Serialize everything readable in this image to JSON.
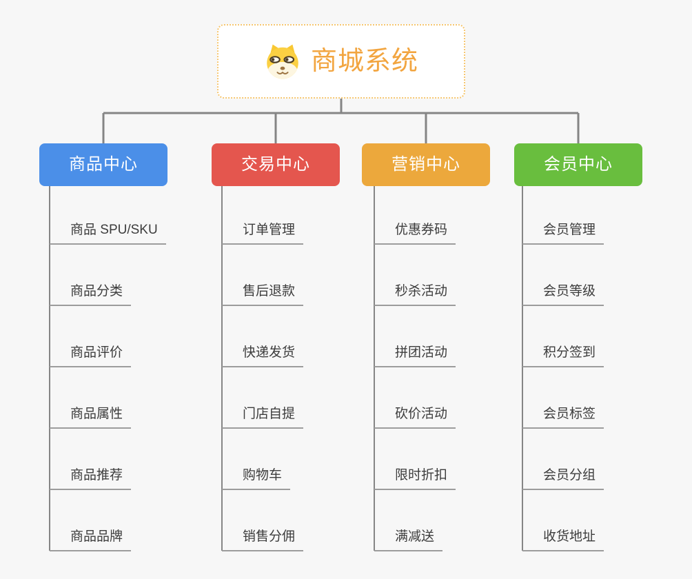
{
  "canvas": {
    "background": "#f7f7f7",
    "connector_color": "#858585",
    "underline_color": "#9c9c9c",
    "leaf_text_color": "#3c3c3c"
  },
  "root": {
    "title": "商城系统",
    "icon": "dog-face-icon",
    "title_color": "#f2a540",
    "border_color": "#f6c66f",
    "background": "#ffffff"
  },
  "branches": [
    {
      "label": "商品中心",
      "color": "#4b8fe8",
      "children": [
        "商品 SPU/SKU",
        "商品分类",
        "商品评价",
        "商品属性",
        "商品推荐",
        "商品品牌"
      ]
    },
    {
      "label": "交易中心",
      "color": "#e4564e",
      "children": [
        "订单管理",
        "售后退款",
        "快递发货",
        "门店自提",
        "购物车",
        "销售分佣"
      ]
    },
    {
      "label": "营销中心",
      "color": "#eca83c",
      "children": [
        "优惠券码",
        "秒杀活动",
        "拼团活动",
        "砍价活动",
        "限时折扣",
        "满减送"
      ]
    },
    {
      "label": "会员中心",
      "color": "#69be3e",
      "children": [
        "会员管理",
        "会员等级",
        "积分签到",
        "会员标签",
        "会员分组",
        "收货地址"
      ]
    }
  ]
}
